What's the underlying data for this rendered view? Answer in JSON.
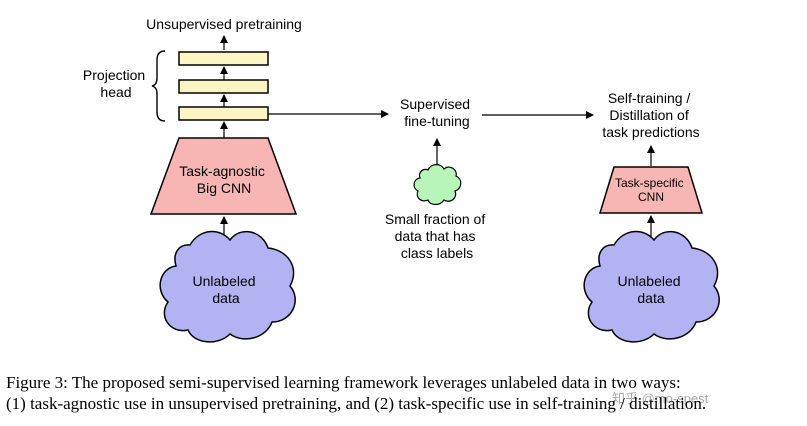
{
  "colors": {
    "layer_fill": "#fbf6c4",
    "cnn_fill": "#f7b6b4",
    "cloud_unlabeled": "#b3b3f3",
    "cloud_small": "#b8f5b8",
    "stroke": "#000000"
  },
  "left": {
    "top_label": "Unsupervised pretraining",
    "projection_head": [
      "Projection",
      "head"
    ],
    "big_cnn": [
      "Task-agnostic",
      "Big CNN"
    ],
    "cloud": [
      "Unlabeled",
      "data"
    ]
  },
  "middle": {
    "finetune": [
      "Supervised",
      "fine-tuning"
    ],
    "small_data": [
      "Small fraction of",
      "data that has",
      "class labels"
    ]
  },
  "right": {
    "self_training": [
      "Self-training /",
      "Distillation of",
      "task predictions"
    ],
    "small_cnn": [
      "Task-specific",
      "CNN"
    ],
    "cloud": [
      "Unlabeled",
      "data"
    ]
  },
  "caption": {
    "line1": "Figure 3: The proposed semi-supervised learning framework leverages unlabeled data in two ways:",
    "line2": "(1) task-agnostic use in unsupervised pretraining, and (2) task-specific use in self-training / distillation."
  },
  "watermark": "知乎 @mo-spest"
}
